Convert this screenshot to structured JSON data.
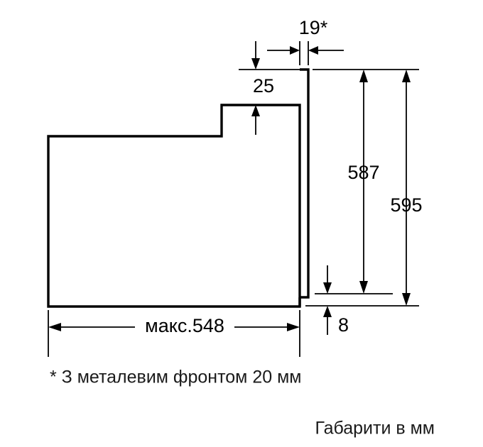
{
  "drawing": {
    "title_note": "Габарити в мм",
    "footnote": "* З металевим фронтом 20 мм",
    "dimensions": {
      "depth_max": "макс.548",
      "front_thickness": "19*",
      "top_recess": "25",
      "bottom_offset": "8",
      "body_height": "587",
      "overall_height": "595"
    }
  },
  "chart_data": {
    "type": "diagram",
    "title": "Built-in oven side view installation dimensions",
    "units": "mm",
    "labels": [
      {
        "id": "depth-max",
        "text": "макс.548",
        "meaning": "maximum body depth",
        "value": 548,
        "qualifier": "max",
        "orientation": "horizontal"
      },
      {
        "id": "front-thickness",
        "text": "19*",
        "meaning": "front panel thickness",
        "value": 19,
        "footnote_ref": "*",
        "orientation": "horizontal"
      },
      {
        "id": "top-recess",
        "text": "25",
        "meaning": "top step / recess height",
        "value": 25,
        "orientation": "vertical"
      },
      {
        "id": "bottom-offset",
        "text": "8",
        "meaning": "bottom offset height",
        "value": 8,
        "orientation": "vertical"
      },
      {
        "id": "body-height",
        "text": "587",
        "meaning": "oven body height",
        "value": 587,
        "orientation": "vertical"
      },
      {
        "id": "overall-height",
        "text": "595",
        "meaning": "overall height including front",
        "value": 595,
        "orientation": "vertical"
      }
    ],
    "annotations": [
      {
        "id": "footnote",
        "text": "* З металевим фронтом 20 мм",
        "meaning": "With metal front 20 mm"
      },
      {
        "id": "units-note",
        "text": "Габарити в мм",
        "meaning": "Dimensions in mm"
      }
    ],
    "colors": {
      "stroke": "#000000",
      "background": "#ffffff",
      "text": "#000000"
    }
  }
}
